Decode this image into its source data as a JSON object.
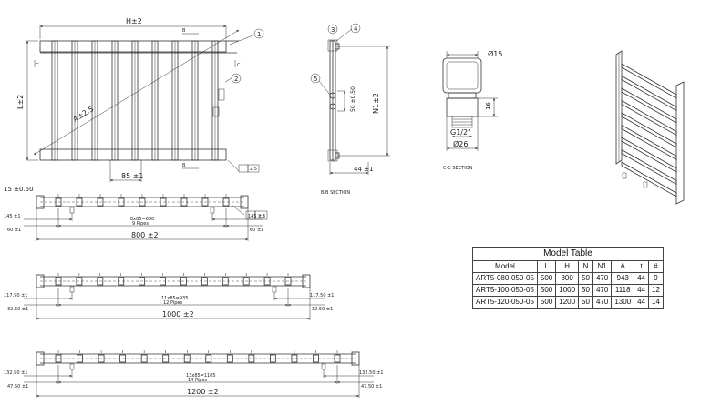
{
  "drawing_labels": {
    "h_dim": "H±2",
    "l_dim": "L±2",
    "a_dim": "A±2.5",
    "n1_dim": "N1±2",
    "n_dim": "50 ±0.50",
    "pitch_dim": "85 ±1",
    "depth_dim": "44 ±1",
    "tol_15": "15 ±0.50",
    "flat_1": "2.5",
    "flat_2": "2.8",
    "sec_b": "B",
    "sec_c": "C",
    "b_section": "B-B SECTION",
    "c_section": "C-C SECTION",
    "dia_15": "Ø15",
    "dia_26": "Ø26",
    "dim_16": "16",
    "thread": "G1/2\"",
    "callouts": [
      "1",
      "2",
      "3",
      "4",
      "5"
    ]
  },
  "plan_views": [
    {
      "left_a": "145 ±1",
      "left_b": "60 ±1",
      "right_a": "145 ±1",
      "right_b": "60 ±1",
      "pitch": "8x85=680",
      "pipes": "9 Pipes",
      "total": "800 ±2"
    },
    {
      "left_a": "117.50 ±1",
      "left_b": "32.50 ±1",
      "right_a": "117.50 ±1",
      "right_b": "32.50 ±1",
      "pitch": "11x85=935",
      "pipes": "12 Pipes",
      "total": "1000 ±2"
    },
    {
      "left_a": "132.50 ±1",
      "left_b": "47.50 ±1",
      "right_a": "132.50 ±1",
      "right_b": "47.50 ±1",
      "pitch": "13x85=1105",
      "pipes": "14 Pipes",
      "total": "1200 ±2"
    }
  ],
  "model_table": {
    "title": "Model Table",
    "headers": [
      "Model",
      "L",
      "H",
      "N",
      "N1",
      "A",
      "t",
      "#"
    ],
    "rows": [
      [
        "ART5-080-050-05",
        "500",
        "800",
        "50",
        "470",
        "943",
        "44",
        "9"
      ],
      [
        "ART5-100-050-05",
        "500",
        "1000",
        "50",
        "470",
        "1118",
        "44",
        "12"
      ],
      [
        "ART5-120-050-05",
        "500",
        "1200",
        "50",
        "470",
        "1300",
        "44",
        "14"
      ]
    ]
  }
}
